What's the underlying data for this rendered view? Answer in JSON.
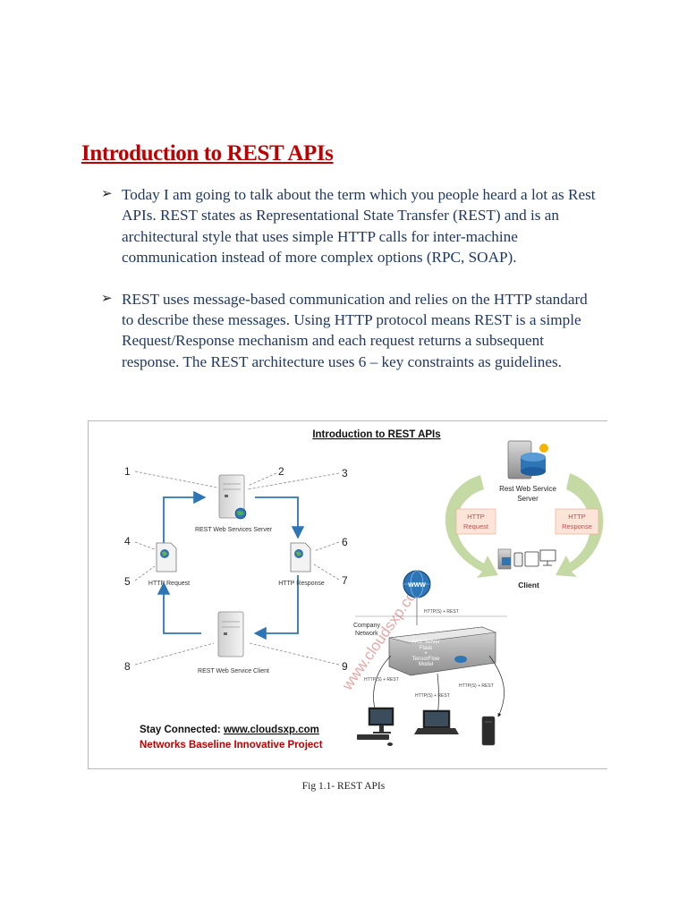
{
  "document": {
    "title": "Introduction to REST APIs",
    "bullet_marker": "➢",
    "paragraphs": [
      "Today I am going to talk about the term which you people heard a lot as Rest APIs. REST states as Representational State Transfer (REST) and is an architectural style that uses simple HTTP calls for inter-machine communication instead of more complex options (RPC, SOAP).",
      "REST uses message-based communication and relies on the HTTP standard to describe these messages.  Using HTTP protocol means REST is a simple Request/Response mechanism and each request returns a subsequent response.   The REST architecture uses 6 – key constraints as guidelines."
    ],
    "caption": "Fig 1.1- REST APIs"
  },
  "figure": {
    "title": "Introduction to REST APIs",
    "numbers": [
      "1",
      "2",
      "3",
      "4",
      "5",
      "6",
      "7",
      "8",
      "9"
    ],
    "left_diagram": {
      "server_label": "REST Web Services Server",
      "client_label": "REST Web Service Client",
      "request_label": "HTTP Request",
      "response_label": "HTTP Response"
    },
    "cycle_diagram": {
      "server_label_line1": "Rest Web Service",
      "server_label_line2": "Server",
      "request_line1": "HTTP",
      "request_line2": "Request",
      "response_line1": "HTTP",
      "response_line2": "Response",
      "client_label": "Client"
    },
    "network_diagram": {
      "globe_text": "WWW",
      "top_link_label": "HTTP(S) + REST",
      "network_label_line1": "Company",
      "network_label_line2": "Network",
      "server_line1": "Web Server",
      "server_line2": "Flask",
      "server_line3": "+",
      "server_line4": "TensorFlow",
      "server_line5": "Model",
      "link_left_label": "HTTP(S) + REST",
      "link_mid_label": "HTTP(S) + REST",
      "link_right_label": "HTTP(S) + REST"
    },
    "watermark": "www.cloudsxp.com",
    "footer_line1_prefix": "Stay Connected: ",
    "footer_line1_link": "www.cloudsxp.com",
    "footer_line2": "Networks Baseline Innovative Project",
    "colors": {
      "title_red": "#c00000",
      "body_blue": "#1f3864",
      "arrow_blue": "#2e75b6",
      "cycle_green": "#c5d9a4",
      "label_box_fill": "#fde4d8",
      "label_box_text": "#c0504d",
      "footer_red": "#c00000",
      "watermark": "#e6a9a9"
    }
  }
}
